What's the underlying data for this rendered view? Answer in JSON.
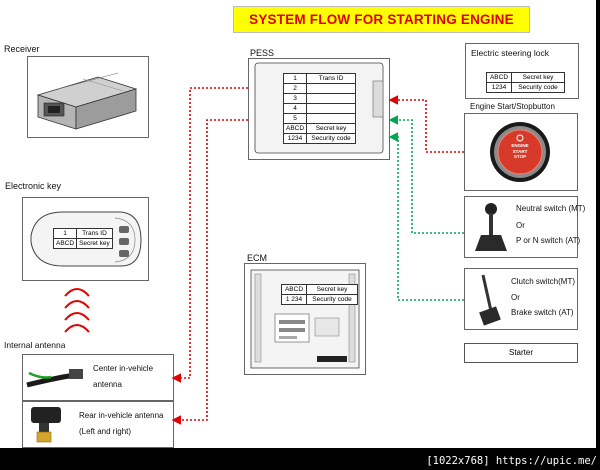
{
  "title": "SYSTEM FLOW FOR STARTING ENGINE",
  "receiver": {
    "label": "Receiver"
  },
  "electronic_key": {
    "label": "Electronic key",
    "table": [
      [
        "1",
        "Trans ID"
      ],
      [
        "ABCD",
        "Secret key"
      ]
    ]
  },
  "internal_antenna": {
    "label": "Internal antenna",
    "center_label": "Center in-vehicle\nantenna",
    "rear_label": "Rear in-vehicle antenna\n(Left and right)"
  },
  "pess": {
    "label": "PESS",
    "rows": [
      [
        "1",
        "Trans ID"
      ],
      [
        "2",
        ""
      ],
      [
        "3",
        ""
      ],
      [
        "4",
        ""
      ],
      [
        "5",
        ""
      ],
      [
        "ABCD",
        "Secret key"
      ],
      [
        "1234",
        "Security code"
      ]
    ]
  },
  "ecm": {
    "label": "ECM",
    "rows": [
      [
        "ABCD",
        "Secret key"
      ],
      [
        "1 234",
        "Security code"
      ]
    ]
  },
  "steering_lock": {
    "label": "Electric steering lock",
    "rows": [
      [
        "ABCD",
        "Secret key"
      ],
      [
        "1234",
        "Security code"
      ]
    ]
  },
  "start_stop": {
    "label": "Engine Start/Stopbutton",
    "button_text": "ENGINE\nSTART\nSTOP"
  },
  "neutral": {
    "line1": "Neutral switch (MT)",
    "line2": "Or",
    "line3": "P or N switch (AT)"
  },
  "clutch": {
    "line1": "Clutch switch(MT)",
    "line2": "Or",
    "line3": "Brake switch (AT)"
  },
  "starter": {
    "label": "Starter"
  },
  "watermark": "[1022x768] https://upic.me/",
  "colors": {
    "red_link": "#e00000",
    "green_link": "#00a651",
    "title_bg": "#ffff00",
    "title_text": "#e00000"
  }
}
